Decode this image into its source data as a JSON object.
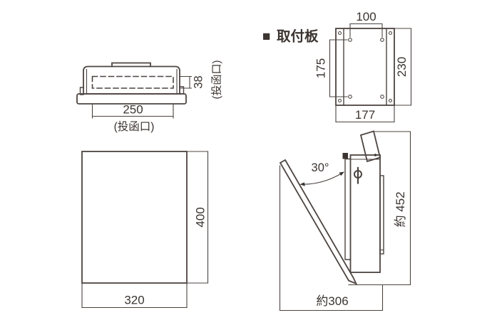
{
  "colors": {
    "background": "#ffffff",
    "line": "#4c4440",
    "text": "#3b3431"
  },
  "top_view": {
    "slot_width": "250",
    "slot_width_caption": "(投函口)",
    "slot_depth": "38",
    "slot_depth_caption": "(投函口)"
  },
  "mounting_plate": {
    "section_bullet": "■",
    "section_title": "取付板",
    "hole_pitch_horizontal": "100",
    "hole_pitch_vertical": "175",
    "height": "230",
    "width": "177"
  },
  "front_view": {
    "height": "400",
    "width": "320"
  },
  "side_view": {
    "door_open_angle": "30°",
    "overall_height": "約 452",
    "overall_projection": "約306"
  }
}
